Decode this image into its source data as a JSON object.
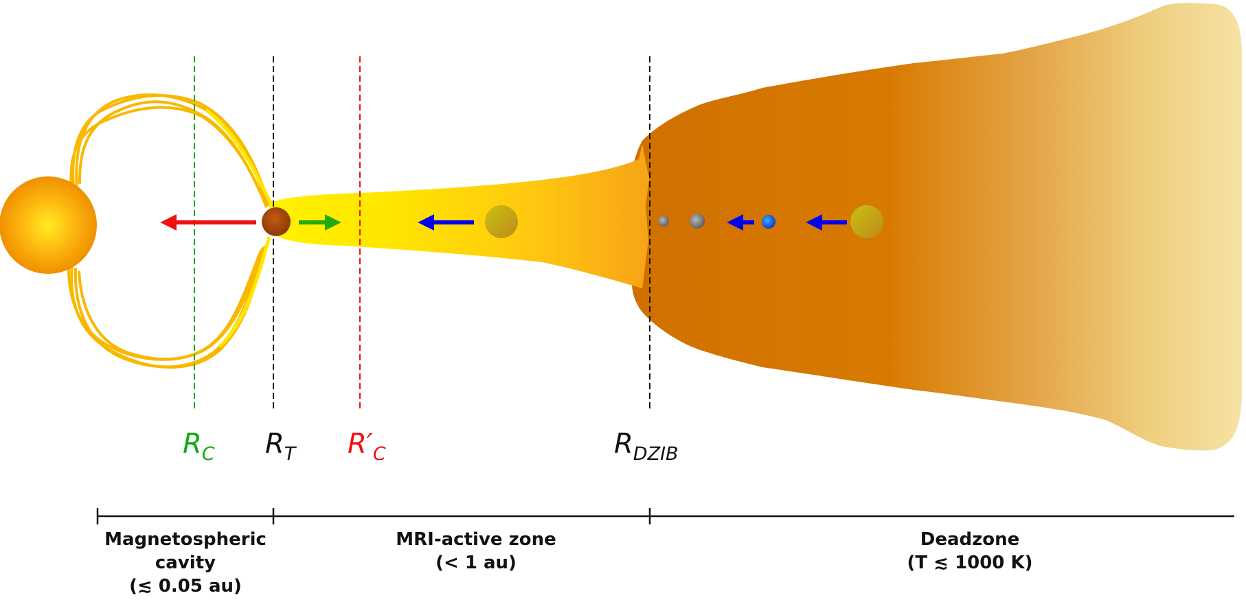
{
  "colors": {
    "corotation_radius": "#11aa11",
    "truncation_radius": "#111111",
    "shifted_corotation_radius": "#ee1111",
    "deadzone_inner_boundary": "#111111",
    "inward_migration_arrow": "#0000ee",
    "outward_migration_arrow": "#22aa11",
    "star_ejection_arrow": "#ee1111",
    "magnetic_field_lines": "#f8b800",
    "active_disk": "#ffee00",
    "deadzone_disk": "#d97800",
    "deadzone_outer": "#f6e0a0"
  },
  "radii": {
    "rc": {
      "main": "R",
      "sub": "C"
    },
    "rt": {
      "main": "R",
      "sub": "T"
    },
    "rc_prime": {
      "main": "R′",
      "sub": "C"
    },
    "rdzib": {
      "main": "R",
      "sub": "DZIB"
    }
  },
  "zones": {
    "magnetospheric": {
      "line1": "Magnetospheric",
      "line2": "cavity",
      "line3": "(≲ 0.05 au)"
    },
    "mri": {
      "line1": "MRI-active zone",
      "line2": "(< 1 au)"
    },
    "deadzone": {
      "line1": "Deadzone",
      "line2": "(T ≲ 1000 K)"
    }
  },
  "icons": {
    "star": "star-icon",
    "planet": "planet-icon",
    "arrow": "arrow-icon"
  }
}
